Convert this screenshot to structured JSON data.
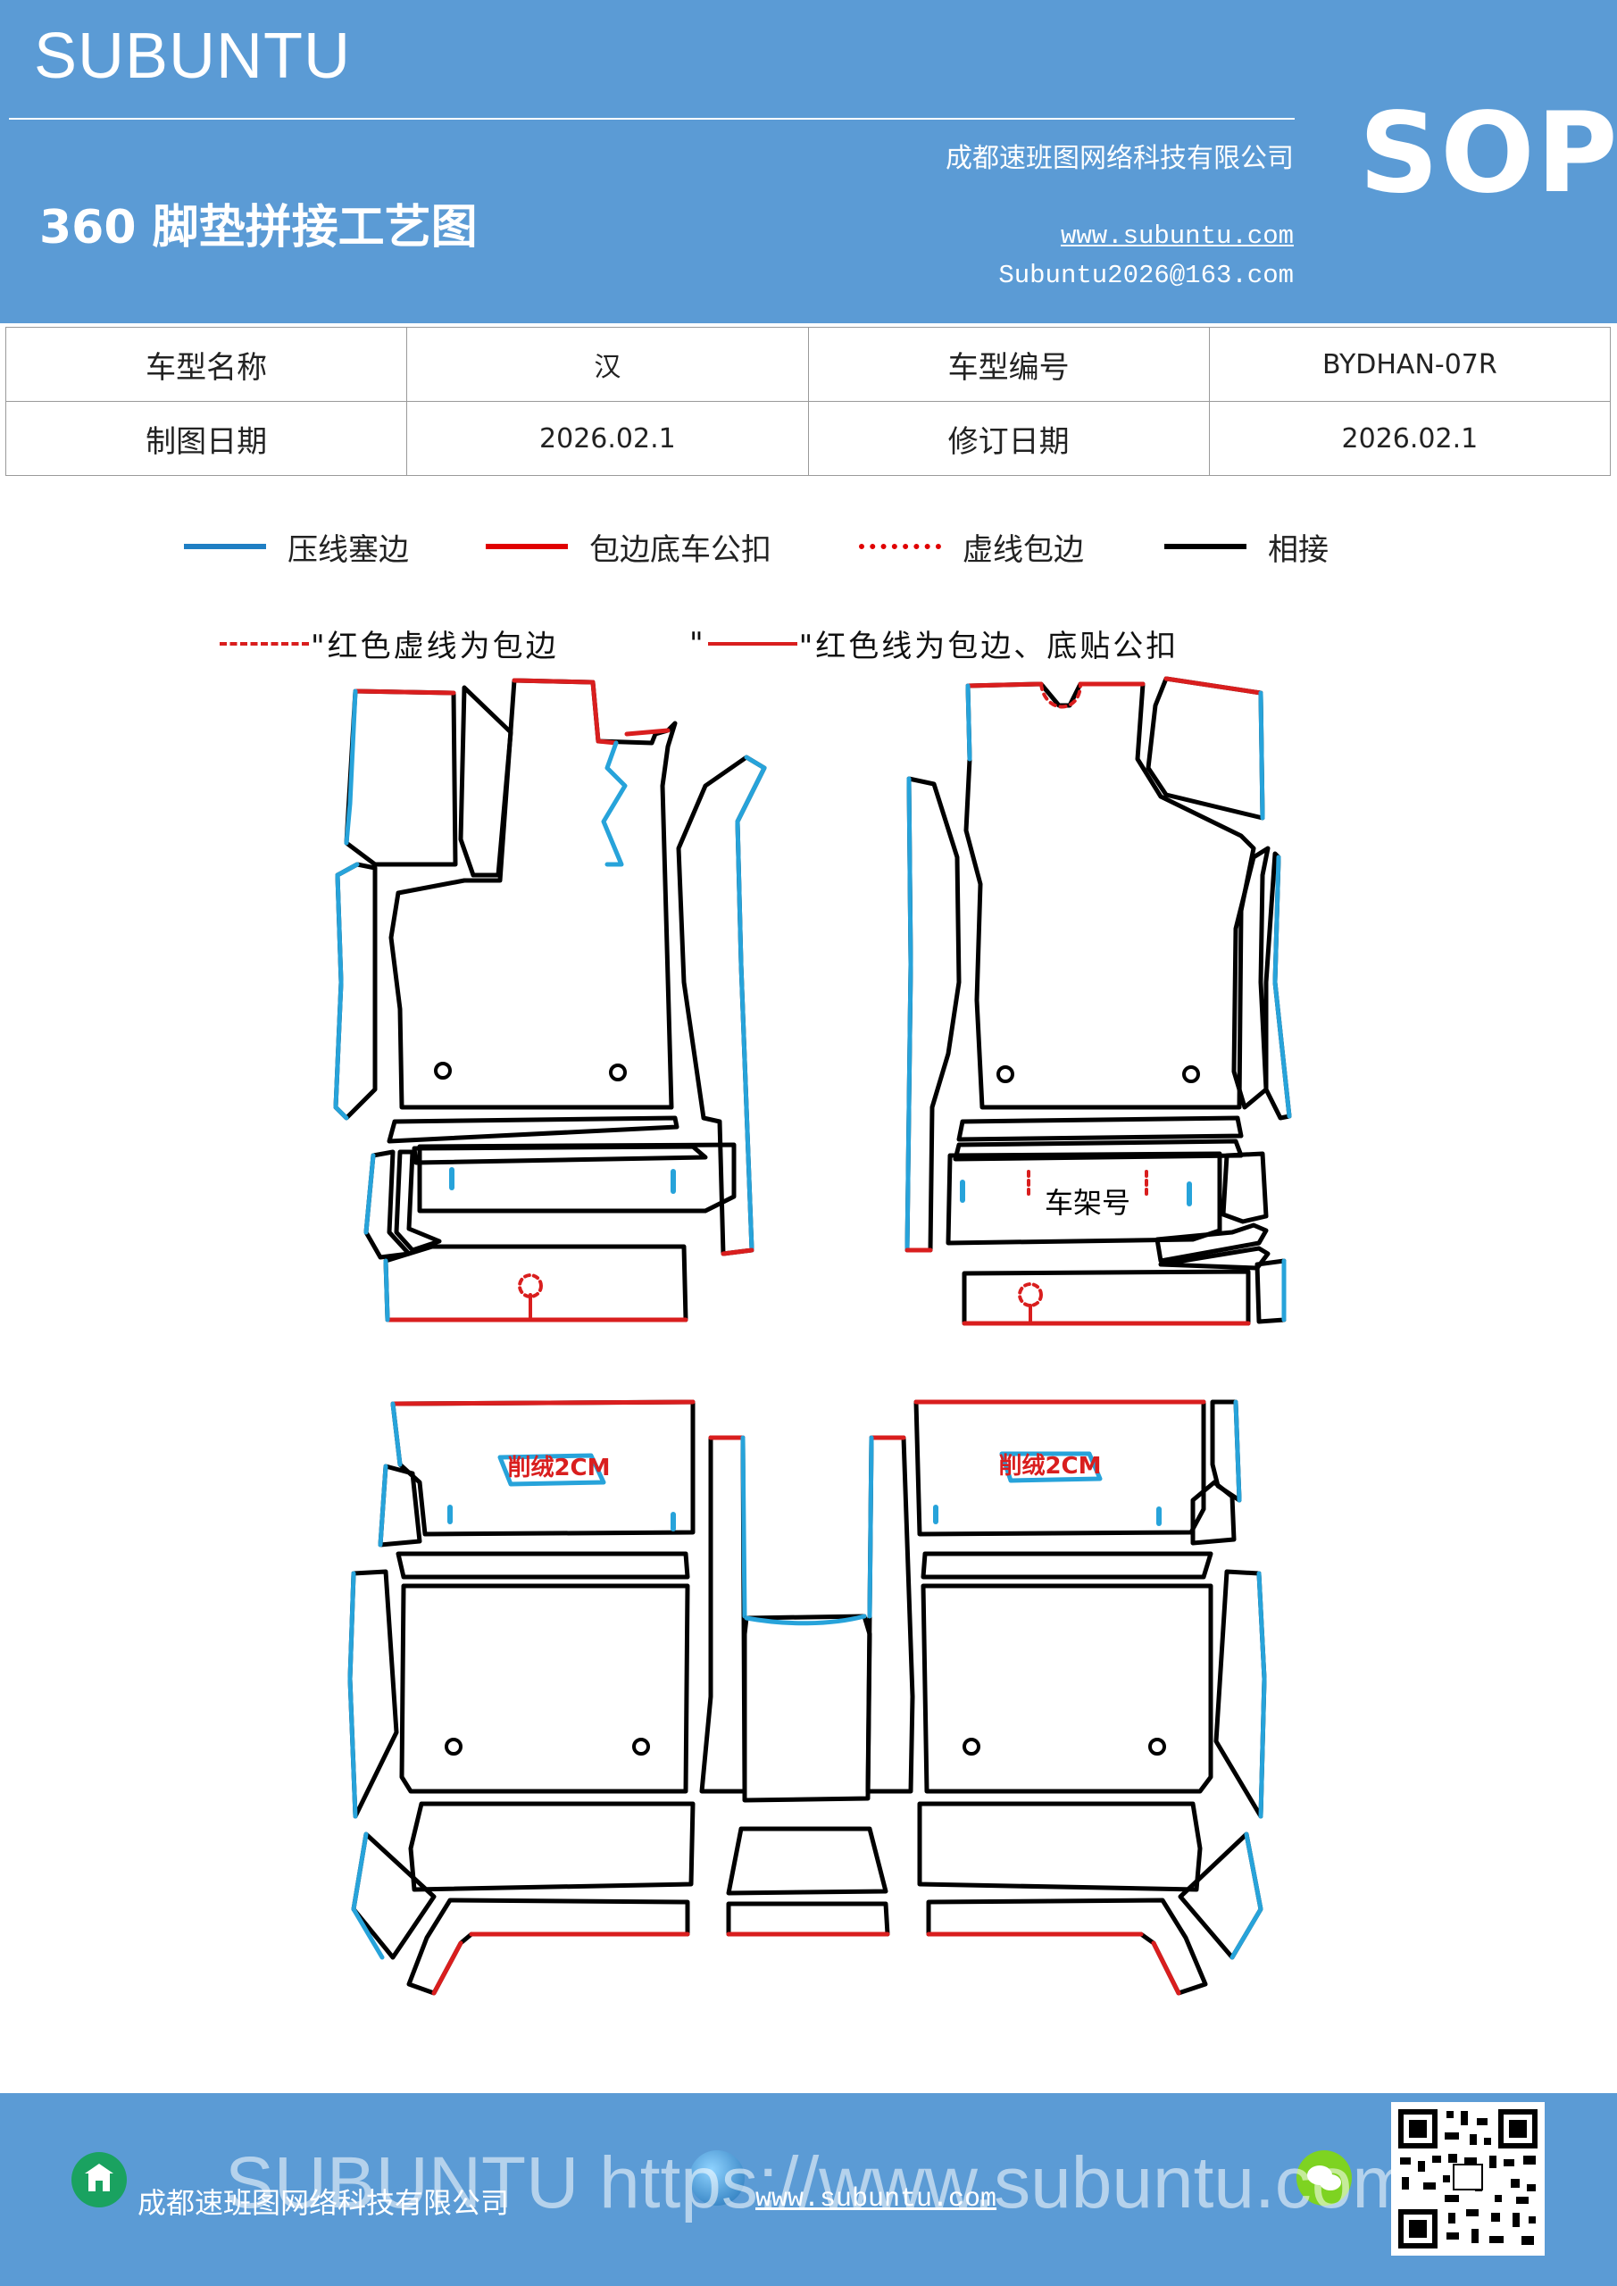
{
  "header": {
    "brand": "SUBUNTU",
    "title": "360 脚垫拼接工艺图",
    "company": "成都速班图网络科技有限公司",
    "website": "www.subuntu.com",
    "email": "Subuntu2026@163.com",
    "badge": "SOP"
  },
  "info_table": {
    "rows": [
      [
        "车型名称",
        "汉",
        "车型编号",
        "BYDHAN-07R"
      ],
      [
        "制图日期",
        "2026.02.1",
        "修订日期",
        "2026.02.1"
      ]
    ]
  },
  "legend": [
    {
      "label": "压线塞边",
      "color": "#1f7fc4",
      "style": "solid"
    },
    {
      "label": "包边底车公扣",
      "color": "#e00000",
      "style": "solid"
    },
    {
      "label": "虚线包边",
      "color": "#e00000",
      "style": "dotted"
    },
    {
      "label": "相接",
      "color": "#000000",
      "style": "solid"
    }
  ],
  "notes": {
    "dashed": "\"红色虚线为包边",
    "solid_prefix": "\"",
    "solid": "\"红色线为包边、底贴公扣"
  },
  "diagram_labels": {
    "frame_number": "车架号",
    "shave_left": "削绒2CM",
    "shave_right": "削绒2CM"
  },
  "colors": {
    "blue_edge": "#27a3da",
    "red_edge": "#d91e1e",
    "outline": "#000000",
    "band": "#5b9bd5"
  },
  "footer": {
    "company": "成都速班图网络科技有限公司",
    "website": "www.subuntu.com",
    "watermark": "SUBUNTU https://www.subuntu.com"
  }
}
